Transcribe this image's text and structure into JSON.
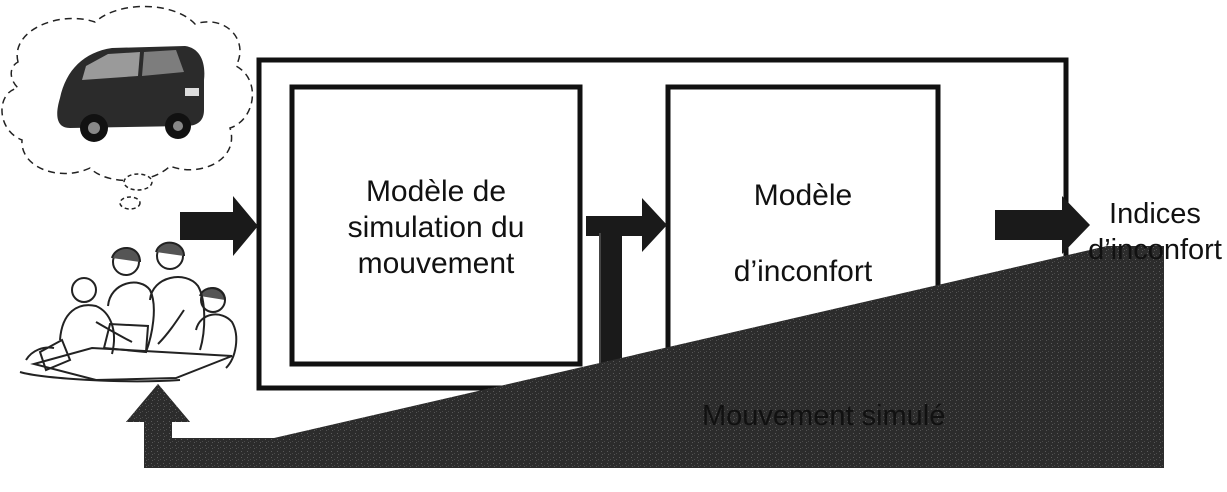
{
  "diagram": {
    "blocks": [
      {
        "id": "simulation",
        "lines": [
          "Modèle de",
          "simulation du",
          "mouvement"
        ]
      },
      {
        "id": "inconfort",
        "lines": [
          "Modèle",
          "d’inconfort"
        ]
      }
    ],
    "output_label": [
      "Indices",
      "d’inconfort"
    ],
    "branch_label": "Mouvement simulé",
    "icons": [
      "car-thought-bubble-icon",
      "team-people-icon"
    ],
    "colors": {
      "stroke": "#111111",
      "arrow": "#1a1a1a",
      "feedback": "#2a2a2a",
      "background": "#ffffff"
    }
  }
}
